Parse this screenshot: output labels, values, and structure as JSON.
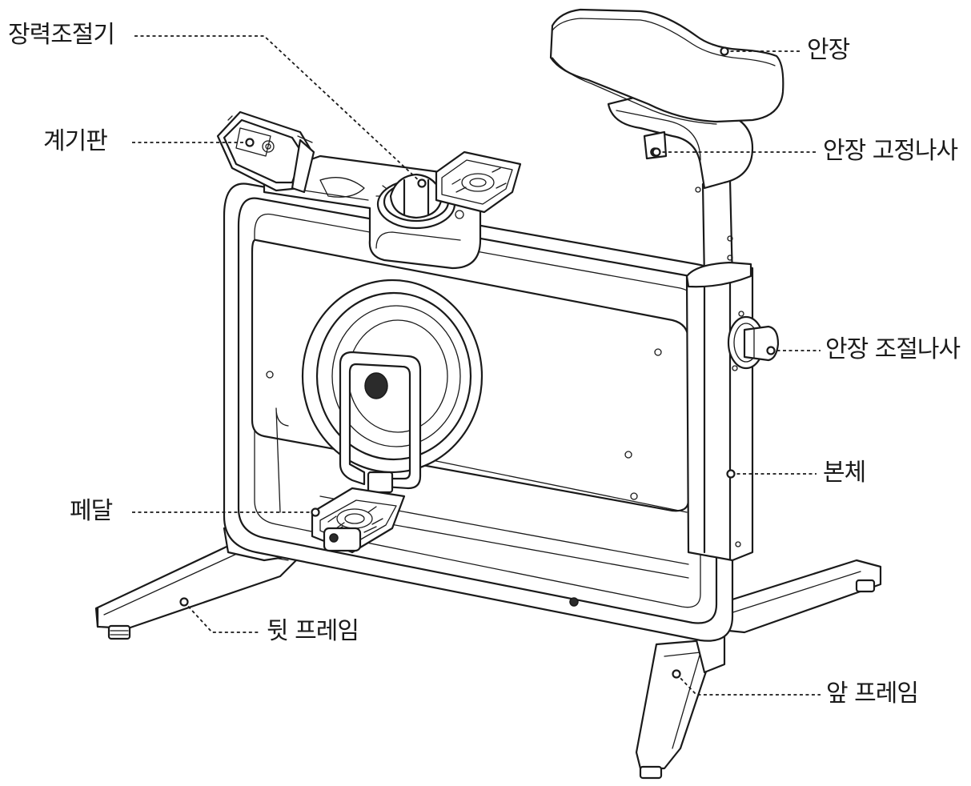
{
  "labels": {
    "tension_knob": "장력조절기",
    "console": "계기판",
    "pedal": "페달",
    "rear_frame": "뒷 프레임",
    "saddle": "안장",
    "saddle_fix_screw": "안장 고정나사",
    "saddle_adjust_screw": "안장 조절나사",
    "body": "본체",
    "front_frame": "앞 프레임"
  }
}
